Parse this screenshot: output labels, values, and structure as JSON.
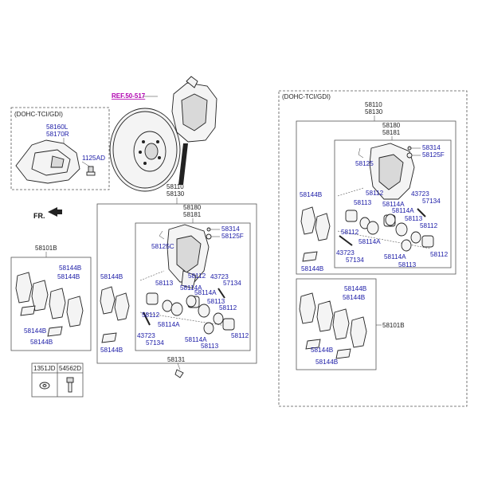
{
  "header": {
    "ref": "REF.50-517",
    "fr": "FR.",
    "dohc_left": "(DOHC-TCI/GDI)",
    "dohc_right": "(DOHC-TCI/GDI)"
  },
  "labels": {
    "l58160L": "58160L",
    "l58170R": "58170R",
    "l1125AD": "1125AD",
    "c58110": "58110",
    "c58130": "58130",
    "c58180": "58180",
    "c58181": "58181",
    "c58314": "58314",
    "c58125F": "58125F",
    "c58125C": "58125C",
    "c58112a": "58112",
    "c58113a": "58113",
    "c58114Aa": "58114A",
    "c58114Ab": "58114A",
    "c43723": "43723",
    "c57134": "57134",
    "c58113b": "58113",
    "c58112b": "58112",
    "c58114Ac": "58114A",
    "c43723b": "43723",
    "c57134b": "57134",
    "c58112c": "58112",
    "c58114Ad": "58114A",
    "c58113c": "58113",
    "c58131": "58131",
    "b58101B": "58101B",
    "b58144B_1": "58144B",
    "b58144B_2": "58144B",
    "b58144B_3": "58144B",
    "b58144B_4": "58144B",
    "m58144B_1": "58144B",
    "m58144B_2": "58144B",
    "s1351JD": "1351JD",
    "s54562D": "54562D",
    "r58110": "58110",
    "r58130": "58130",
    "r58180": "58180",
    "r58181": "58181",
    "r58314": "58314",
    "r58125F": "58125F",
    "r58125": "58125",
    "r58144B_1": "58144B",
    "r58144B_2": "58144B",
    "r58112a": "58112",
    "r58113a": "58113",
    "r58114Aa": "58114A",
    "r58114Ab": "58114A",
    "r43723": "43723",
    "r57134": "57134",
    "r58113b": "58113",
    "r58112b": "58112",
    "r58112c": "58112",
    "r58114Ac": "58114A",
    "r43723b": "43723",
    "r57134b": "57134",
    "r58113c": "58113",
    "r58114Ad": "58114A",
    "r58112d": "58112",
    "r58101B": "58101B",
    "rb58144B_1": "58144B",
    "rb58144B_2": "58144B",
    "rb58144B_3": "58144B",
    "rb58144B_4": "58144B"
  }
}
